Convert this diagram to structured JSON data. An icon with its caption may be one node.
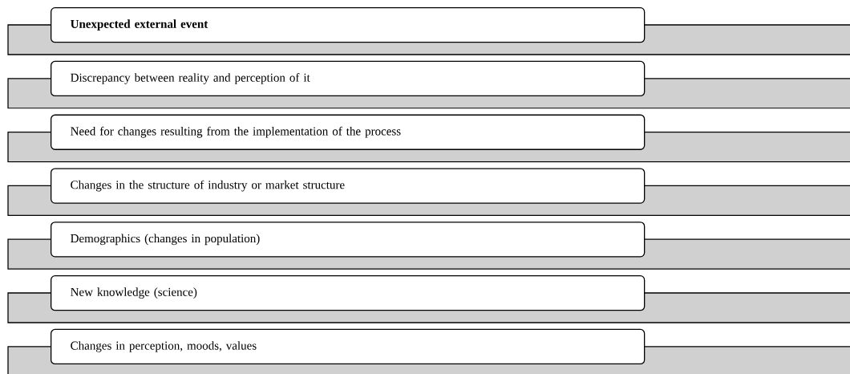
{
  "diagram": {
    "nodes": [
      {
        "text": [
          "Unexpected external event"
        ]
      },
      {
        "text": [
          "Discrepancy between reality and perception of it"
        ]
      },
      {
        "text": [
          "Need for changes resulting from the implementation of the process"
        ]
      },
      {
        "text": [
          "Changes in the structure of industry or market structure"
        ]
      },
      {
        "text": [
          "Demographics (changes in population)"
        ]
      },
      {
        "text": [
          "New knowledge (science)"
        ]
      },
      {
        "text": [
          "Changes in perception, moods, values"
        ]
      }
    ]
  }
}
